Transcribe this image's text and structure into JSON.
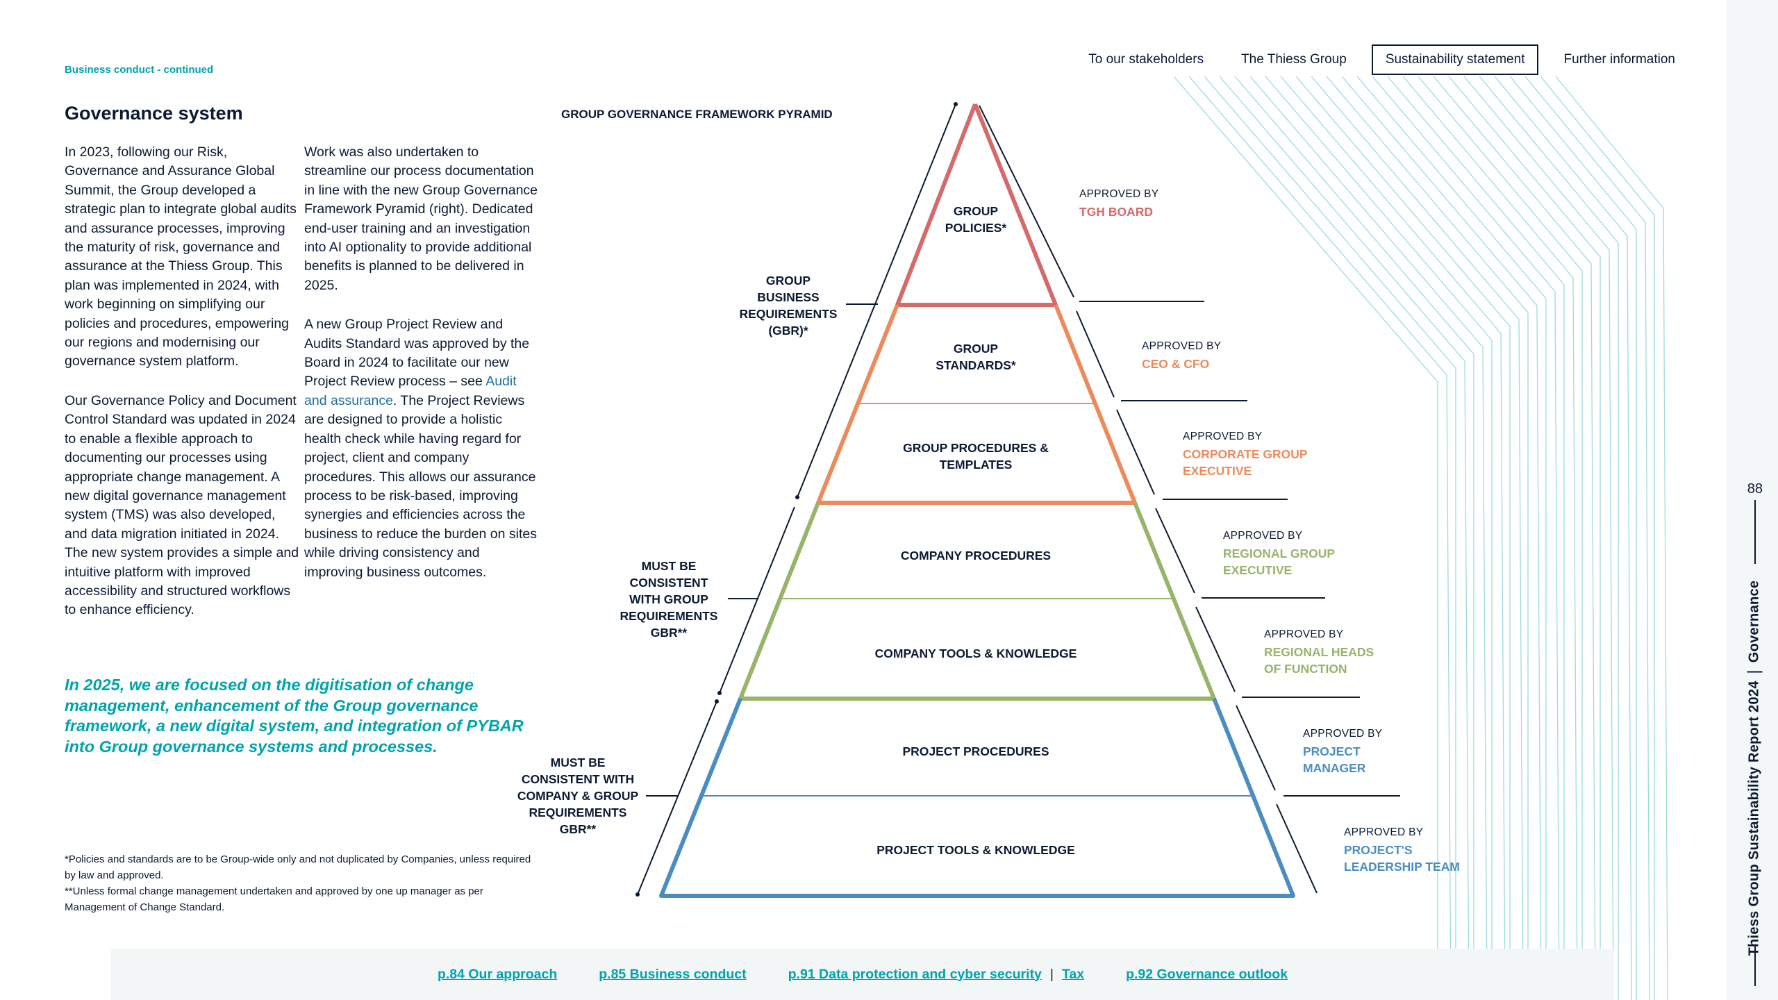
{
  "nav": {
    "items": [
      "To our stakeholders",
      "The Thiess Group",
      "Sustainability statement",
      "Further information"
    ],
    "active_index": 2
  },
  "breadcrumb": "Business conduct - continued",
  "heading": "Governance system",
  "col1": {
    "p1": "In 2023, following our Risk, Governance and Assurance Global Summit, the Group developed a strategic plan to integrate global audits and assurance processes, improving the maturity of risk, governance and assurance at the Thiess Group. This plan was implemented in 2024, with work beginning on simplifying our policies and procedures, empowering our regions and modernising our governance system platform.",
    "p2": "Our Governance Policy and Document Control Standard was updated in 2024 to enable a flexible approach to documenting our processes using appropriate change management. A new digital governance management system (TMS) was also developed, and data migration initiated in 2024. The new system provides a simple and intuitive platform with improved accessibility and structured workflows to enhance efficiency."
  },
  "col2": {
    "p1": "Work was also undertaken to streamline our process documentation in line with the new Group Governance Framework Pyramid (right). Dedicated end-user training and an investigation into AI optionality to provide additional benefits is planned to be delivered in 2025.",
    "p2_before": "A new Group Project Review and Audits Standard was approved by the Board in 2024 to facilitate our new Project Review process – see ",
    "p2_link": "Audit and assurance",
    "p2_after": ". The Project Reviews are designed to provide a holistic health check while having regard for project, client and company procedures. This allows our assurance process to be risk-based, improving synergies and efficiencies across the business to reduce the burden on sites while driving consistency and improving business outcomes."
  },
  "quote": "In 2025, we are focused on the digitisation of change management, enhancement of the Group governance framework, a new digital system, and integration of PYBAR into Group governance systems and processes.",
  "footnotes": {
    "f1": "*Policies and standards are to be Group-wide only and not duplicated by Companies, unless required by law and approved.",
    "f2": "**Unless formal change management undertaken and approved by one up manager as per Management of Change Standard."
  },
  "pyramid": {
    "title": "GROUP GOVERNANCE FRAMEWORK PYRAMID",
    "tiers": {
      "t1a": "GROUP",
      "t1b": "POLICIES*",
      "t2a": "GROUP",
      "t2b": "STANDARDS*",
      "t3a": "GROUP PROCEDURES &",
      "t3b": "TEMPLATES",
      "t4": "COMPANY PROCEDURES",
      "t5": "COMPANY TOOLS & KNOWLEDGE",
      "t6": "PROJECT PROCEDURES",
      "t7": "PROJECT TOOLS & KNOWLEDGE"
    },
    "side_labels": {
      "gbr": [
        "GROUP",
        "BUSINESS",
        "REQUIREMENTS",
        "(GBR)*"
      ],
      "consistent_group": [
        "MUST BE",
        "CONSISTENT",
        "WITH GROUP",
        "REQUIREMENTS",
        "GBR**"
      ],
      "consistent_company": [
        "MUST BE",
        "CONSISTENT WITH",
        "COMPANY & GROUP",
        "REQUIREMENTS",
        "GBR**"
      ]
    },
    "approved_label": "APPROVED BY",
    "approvers": {
      "a1": [
        "TGH BOARD"
      ],
      "a2": [
        "CEO & CFO"
      ],
      "a3": [
        "CORPORATE GROUP",
        "EXECUTIVE"
      ],
      "a4": [
        "REGIONAL GROUP",
        "EXECUTIVE"
      ],
      "a5": [
        "REGIONAL HEADS",
        "OF FUNCTION"
      ],
      "a6": [
        "PROJECT",
        "MANAGER"
      ],
      "a7": [
        "PROJECT'S",
        "LEADERSHIP TEAM"
      ]
    },
    "colors": {
      "red": "#d46a6a",
      "orange": "#ec8a5c",
      "green": "#97b46a",
      "blue": "#4a8dc4",
      "navy": "#0b1a33",
      "teal": "#00a3ad"
    }
  },
  "bottom_links": {
    "l1": "p.84 Our approach",
    "l2": "p.85 Business conduct",
    "l3": "p.91 Data protection and cyber security",
    "sep": "|",
    "l3b": "Tax",
    "l4": "p.92 Governance outlook"
  },
  "page_number": "88",
  "vertical_title": {
    "report": "Thiess Group Sustainability Report 2024",
    "section": "Governance"
  }
}
